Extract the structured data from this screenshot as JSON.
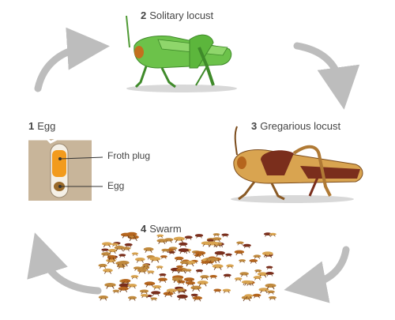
{
  "stages": [
    {
      "number": "1",
      "name": "Egg"
    },
    {
      "number": "2",
      "name": "Solitary locust"
    },
    {
      "number": "3",
      "name": "Gregarious locust"
    },
    {
      "number": "4",
      "name": "Swarm"
    }
  ],
  "egg_callouts": {
    "froth": "Froth plug",
    "egg": "Egg"
  },
  "colors": {
    "arrow": "#bdbdbd",
    "solitary_body": "#6cc24a",
    "gregarious_body": "#d9a450",
    "gregarious_dark": "#7a2e1c",
    "soil": "#c8b59a",
    "froth": "#f29b1d"
  },
  "icons": [
    "cycle-arrow-icon",
    "solitary-locust-icon",
    "gregarious-locust-icon",
    "egg-pod-icon",
    "swarm-icon"
  ]
}
